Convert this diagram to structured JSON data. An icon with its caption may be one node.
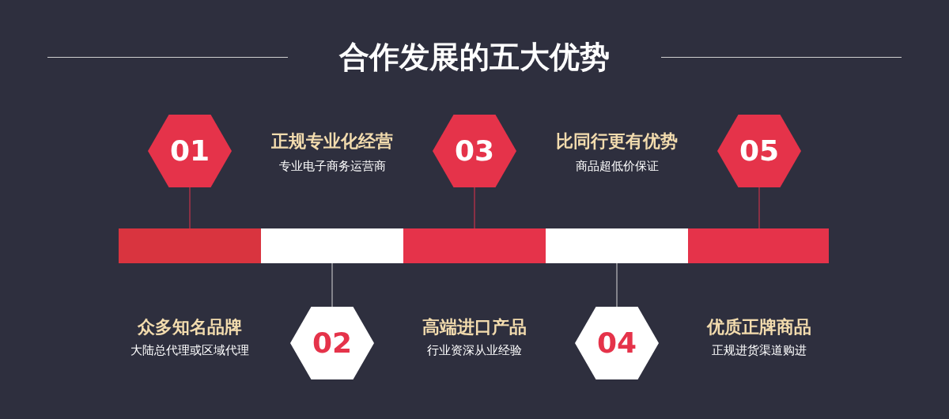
{
  "diagram": {
    "title": "合作发展的五大优势",
    "nodes": [
      {
        "text": [
          "01"
        ]
      },
      {
        "text": [
          "02"
        ]
      },
      {
        "text": [
          "03"
        ]
      },
      {
        "text": [
          "04"
        ]
      },
      {
        "text": [
          "05"
        ]
      },
      {
        "text": [],
        "shape": "bar"
      },
      {
        "text": [],
        "shape": "bar"
      },
      {
        "text": [],
        "shape": "bar"
      },
      {
        "text": [],
        "shape": "bar"
      },
      {
        "text": [],
        "shape": "bar"
      }
    ],
    "edges": [
      {
        "from": 0,
        "to": 5,
        "arrow": "none"
      },
      {
        "from": 1,
        "to": 6,
        "arrow": "none",
        "color": "#d8d8d8"
      },
      {
        "from": 2,
        "to": 7,
        "arrow": "none"
      },
      {
        "from": 3,
        "to": 8,
        "arrow": "none",
        "color": "#d8d8d8"
      },
      {
        "from": 4,
        "to": 9,
        "arrow": "none"
      }
    ],
    "labels": [
      "正规专业化经营",
      "专业电子商务运营商",
      "比同行更有优势",
      "商品超低价保证",
      "众多知名品牌",
      "大陆总代理或区域代理",
      "高端进口产品",
      "行业资深从业经验",
      "优质正牌商品",
      "正规进货渠道购进"
    ]
  }
}
